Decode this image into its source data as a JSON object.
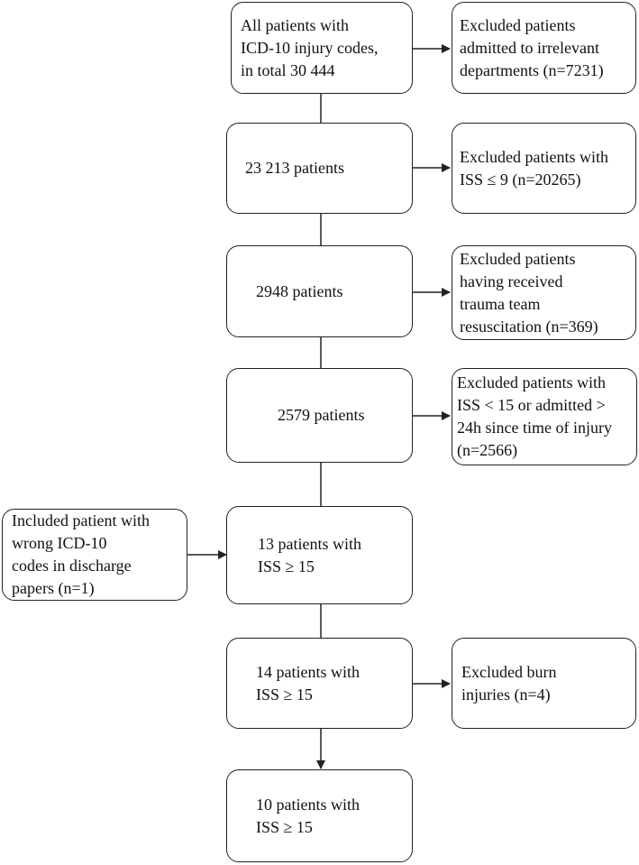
{
  "boxes": {
    "all_patients": "All patients with\nICD-10 injury codes,\nin total 30 444",
    "excluded_departments": "Excluded patients\nadmitted to irrelevant\ndepartments (n=7231)",
    "patients_23213": "23 213 patients",
    "excluded_iss9": "Excluded patients with\nISS ≤ 9 (n=20265)",
    "patients_2948": "2948 patients",
    "excluded_trauma_team": "Excluded patients\nhaving received\ntrauma team\nresuscitation (n=369)",
    "patients_2579": "2579 patients",
    "excluded_iss15_24h": "Excluded patients with\nISS < 15 or admitted >\n24h since time of injury\n(n=2566)",
    "included_wrong_icd": "Included patient with\nwrong ICD-10\ncodes in discharge\npapers (n=1)",
    "patients_13": "13 patients with\nISS ≥ 15",
    "patients_14": "14 patients with\nISS ≥ 15",
    "excluded_burn": "Excluded burn\ninjuries (n=4)",
    "patients_10": "10 patients with\nISS ≥ 15"
  },
  "colors": {
    "stroke": "#222222",
    "background": "#ffffff"
  }
}
